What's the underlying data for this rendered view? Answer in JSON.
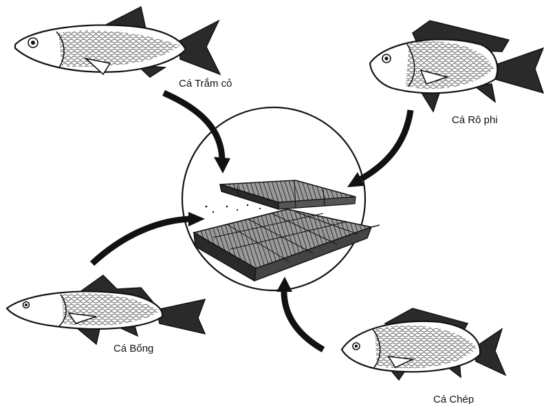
{
  "labels": {
    "grass_carp": "Cá Trắm cỏ",
    "tilapia": "Cá Rô phi",
    "bong": "Cá Bống",
    "carp": "Cá Chép"
  }
}
